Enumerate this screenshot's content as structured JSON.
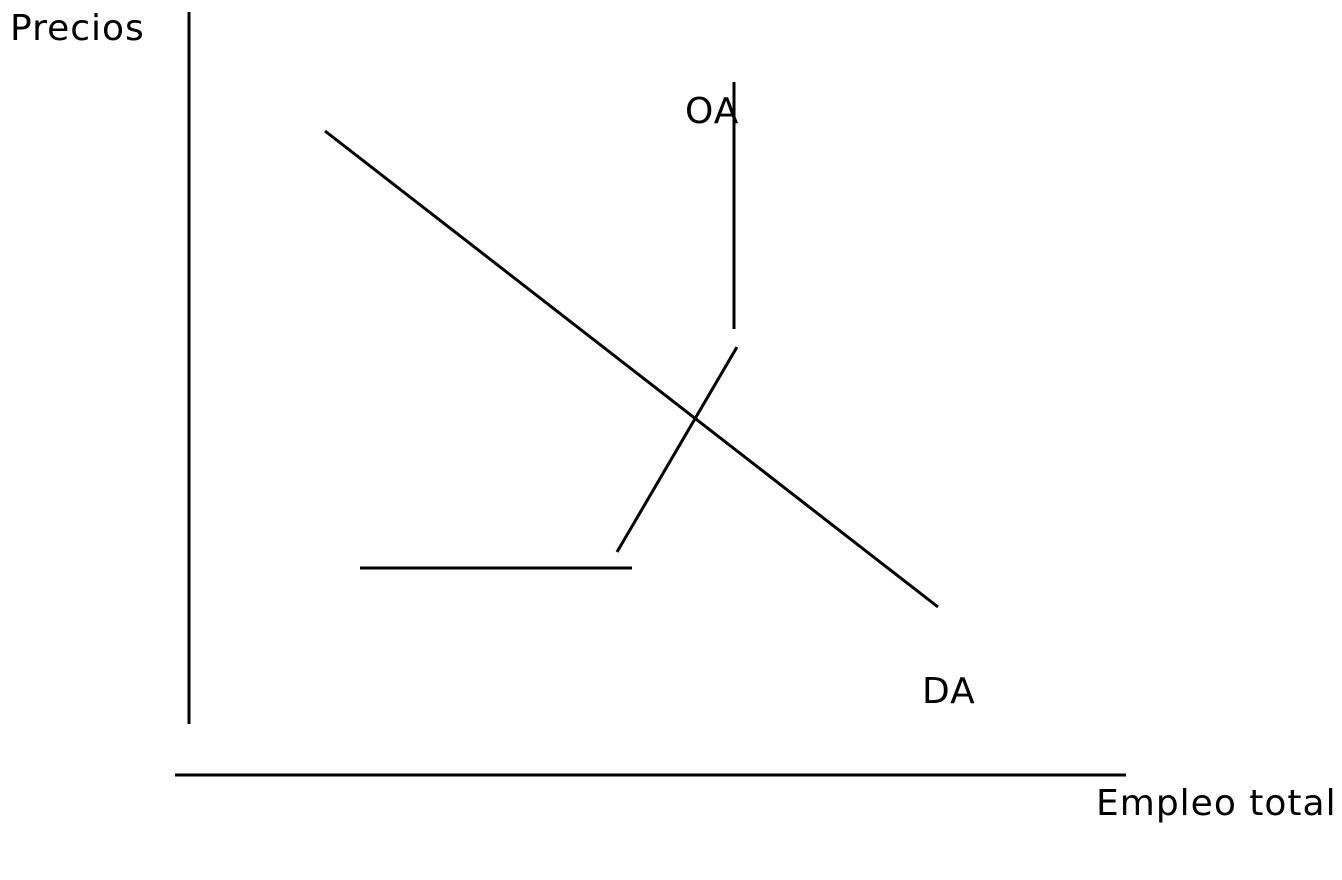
{
  "axes": {
    "y_label": "Precios",
    "x_label": "Empleo total"
  },
  "curves": {
    "supply_label": "OA",
    "demand_label": "DA"
  },
  "colors": {
    "ink": "#000000",
    "background": "#ffffff"
  }
}
